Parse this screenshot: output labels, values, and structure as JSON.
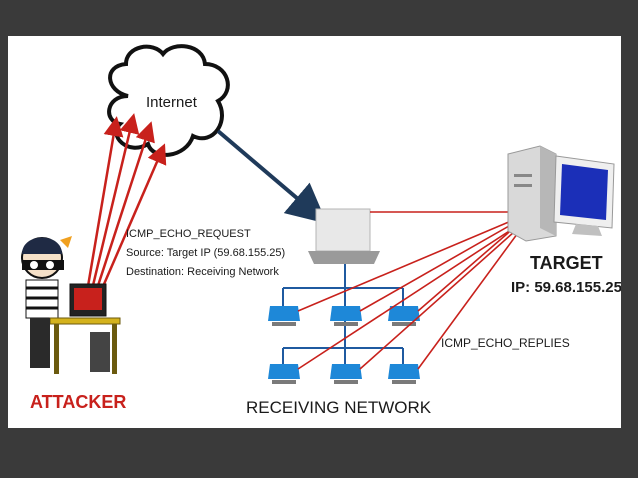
{
  "labels": {
    "internet": "Internet",
    "request_title": "ICMP_ECHO_REQUEST",
    "request_source": "Source: Target IP (59.68.155.25)",
    "request_destination": "Destination: Receiving Network",
    "target_title": "TARGET",
    "target_ip": "IP: 59.68.155.25",
    "replies": "ICMP_ECHO_REPLIES",
    "attacker": "ATTACKER",
    "receiving_network": "RECEIVING NETWORK"
  },
  "colors": {
    "arrow_red": "#c8211c",
    "arrow_navy": "#1f3a5a",
    "node_blue": "#1e88d8",
    "network_line": "#1f5aa0",
    "attacker_red": "#c8211c"
  },
  "icons": [
    "cloud-icon",
    "attacker-icon",
    "target-computer-icon",
    "router-icon",
    "network-node-icon"
  ]
}
